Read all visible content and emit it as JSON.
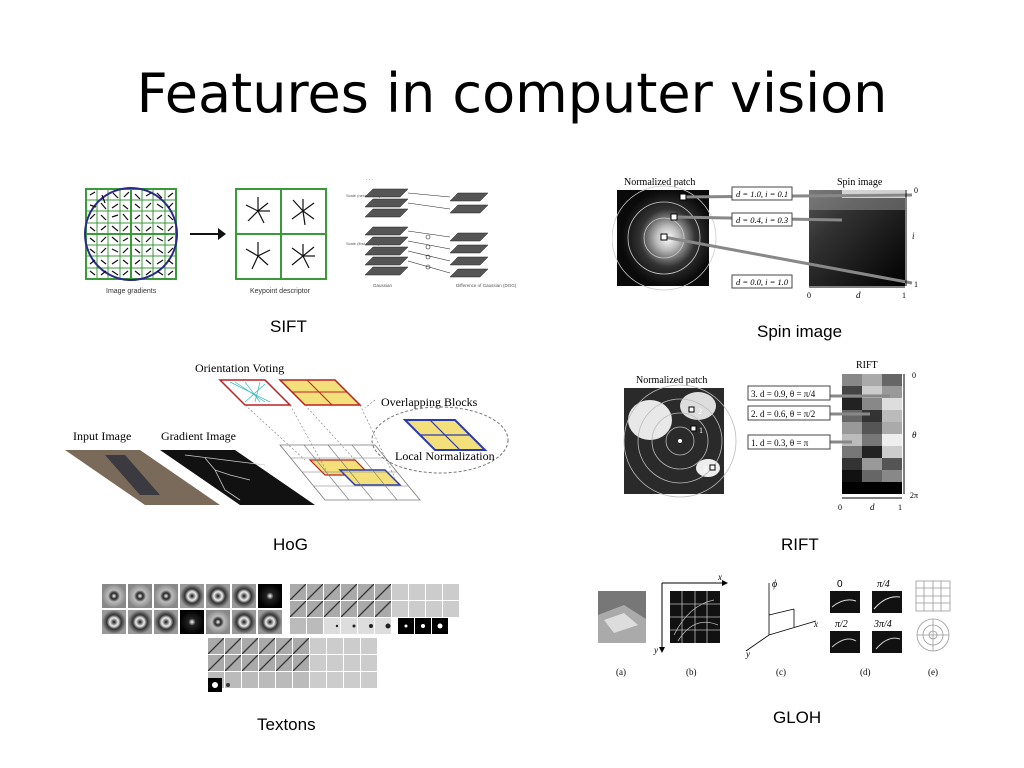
{
  "slide": {
    "title": "Features in computer vision"
  },
  "sift": {
    "caption": "SIFT",
    "label_gradients": "Image gradients",
    "label_descriptor": "Keypoint descriptor",
    "label_gaussian": "Gaussian",
    "label_dog": "Difference of Gaussian (DOG)",
    "label_scale_next": "Scale (next octave)",
    "label_scale_first": "Scale (first octave)"
  },
  "spin": {
    "caption": "Spin image",
    "label_patch": "Normalized patch",
    "label_spin": "Spin image",
    "box1": "d = 1.0, i = 0.1",
    "box2": "d = 0.4, i = 0.3",
    "box3": "d = 0.0, i = 1.0",
    "axis_i": "i",
    "axis_d": "d",
    "tick_0": "0",
    "tick_1": "1"
  },
  "hog": {
    "caption": "HoG",
    "label_voting": "Orientation Voting",
    "label_blocks": "Overlapping Blocks",
    "label_input": "Input Image",
    "label_gradient": "Gradient Image",
    "label_norm": "Local Normalization"
  },
  "rift": {
    "caption": "RIFT",
    "label_patch": "Normalized patch",
    "label_rift": "RIFT",
    "box1": "3. d = 0.9, θ = π/4",
    "box2": "2. d = 0.6, θ = π/2",
    "box3": "1. d = 0.3, θ = π",
    "axis_theta": "θ",
    "axis_d": "d",
    "tick_0": "0",
    "tick_1": "1",
    "tick_2pi": "2π",
    "marker_1": "1",
    "marker_2": "2",
    "marker_3": "3"
  },
  "textons": {
    "caption": "Textons"
  },
  "gloh": {
    "caption": "GLOH",
    "sub_a": "(a)",
    "sub_b": "(b)",
    "sub_c": "(c)",
    "sub_d": "(d)",
    "sub_e": "(e)",
    "axis_x": "x",
    "axis_y": "y",
    "axis_phi": "ϕ",
    "label_0": "0",
    "label_pi4": "π/4",
    "label_pi2": "π/2",
    "label_3pi4": "3π/4"
  }
}
